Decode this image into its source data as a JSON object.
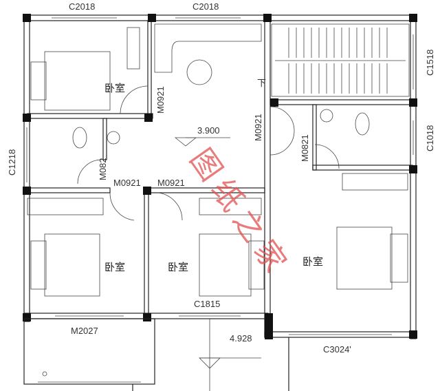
{
  "window_labels": {
    "top_left": "C2018",
    "top_middle": "C2018",
    "right_upper": "C1518",
    "right_middle": "C1018",
    "left_middle": "C1218",
    "bottom_middle": "C1815",
    "bottom_right": "C3024'"
  },
  "door_labels": {
    "bedroom_top_left": "M0921",
    "stair_hall": "M0921",
    "bath_right": "M0821",
    "bath_left": "M082",
    "bedroom_bottom_left": "M0921",
    "bedroom_bottom_middle": "M0921",
    "balcony": "M2027"
  },
  "rooms": {
    "bedroom_top_left": "卧室",
    "bedroom_bottom_left": "卧室",
    "bedroom_bottom_middle": "卧室",
    "bedroom_right": "卧室"
  },
  "stair_direction": "下",
  "elevations": {
    "hall": "3.900",
    "porch": "4.928"
  },
  "watermark": "图纸之家",
  "colors": {
    "line": "#222222",
    "watermark": "#e05050"
  }
}
